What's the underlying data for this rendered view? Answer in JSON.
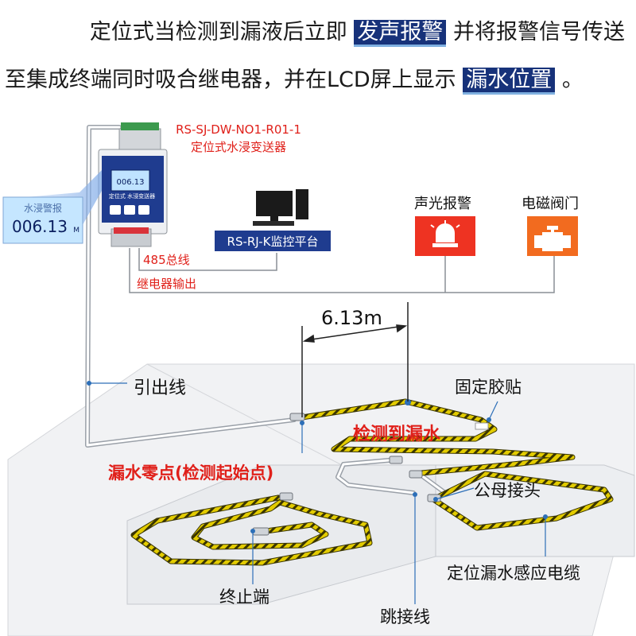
{
  "headline": {
    "line1_pre": "定位式当检测到漏液后立即",
    "line1_hl": "发声报警",
    "line1_post": "并将报警信号传送",
    "line2_pre": "至集成终端同时吸合继电器，并在LCD屏上显示",
    "line2_hl": "漏水位置",
    "line2_post": "。"
  },
  "device": {
    "model": "RS-SJ-DW-NO1-R01-1",
    "name": "定位式水浸变送器",
    "panel_label": "定位式 水浸变送器",
    "screen_value": "006.13"
  },
  "lcd_zoom": {
    "title": "水浸警报",
    "value": "006.13",
    "unit": "M"
  },
  "platform": {
    "label": "RS-RJ-K监控平台"
  },
  "alarm": {
    "label": "声光报警"
  },
  "valve": {
    "label": "电磁阀门"
  },
  "wires": {
    "bus485": "485总线",
    "relay": "继电器输出"
  },
  "measure": {
    "distance": "6.13m"
  },
  "callouts": {
    "lead_wire": "引出线",
    "fixing_tape": "固定胶贴",
    "detect_leak": "检测到漏水",
    "zero_point": "漏水零点(检测起始点)",
    "connector": "公母接头",
    "cable": "定位漏水感应电缆",
    "terminator": "终止端",
    "jumper": "跳接线"
  },
  "colors": {
    "highlight": "#17327a",
    "red_label": "#e0201a",
    "alarm_bg": "#ee3322",
    "valve_bg": "#f26b1f",
    "cable": "#d8c400"
  }
}
